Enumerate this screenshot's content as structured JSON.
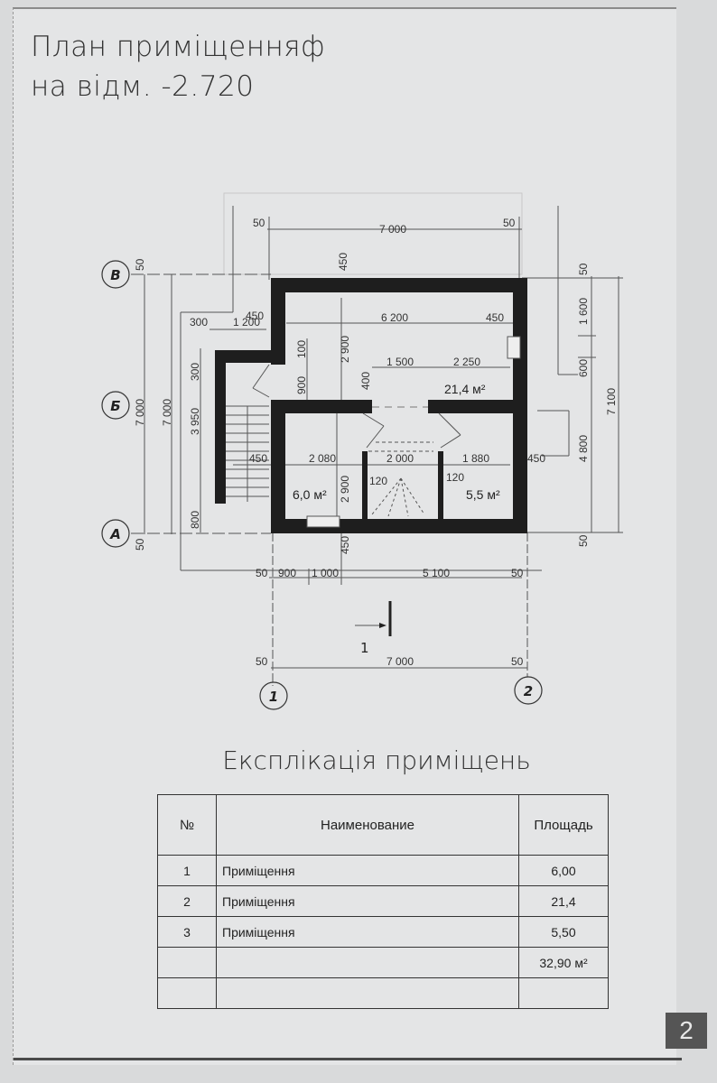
{
  "title": {
    "line1": "План приміщенняф",
    "line2": "на відм. -2.720"
  },
  "plan": {
    "axes": {
      "row_top": "В",
      "row_mid": "Б",
      "row_bottom": "А",
      "col_left": "1",
      "col_right": "2"
    },
    "dims": {
      "top_total": "7 000",
      "top_left_offset": "50",
      "top_right_offset": "50",
      "top_wall": "450",
      "inner_width": "6 200",
      "right_wall": "450",
      "left_300": "300",
      "left_1200": "1 200",
      "left_450": "450",
      "right_50": "50",
      "right_1600": "1 600",
      "right_600": "600",
      "right_4800": "4 800",
      "right_7100": "7 100",
      "right_50b": "50",
      "left_50": "50",
      "left_7000a": "7 000",
      "left_7000b": "7 000",
      "left_3950": "3 950",
      "left_300b": "300",
      "left_800": "800",
      "left_50b": "50",
      "v_100": "100",
      "v_900": "900",
      "v_2900": "2 900",
      "v_400": "400",
      "d_1500": "1 500",
      "d_2250": "2 250",
      "stair_450": "450",
      "room1_width": "2 080",
      "stair_width": "2 000",
      "room3_width": "1 880",
      "right_450": "450",
      "room1_height": "2 900",
      "stair_120a": "120",
      "stair_120b": "120",
      "bottom_450": "450",
      "bot_50": "50",
      "bot_900": "900",
      "bot_1000": "1 000",
      "bot_5100": "5 100",
      "bot_50b": "50",
      "bot2_50": "50",
      "bot2_7000": "7 000",
      "bot2_50b": "50",
      "section_mark": "1"
    },
    "areas": {
      "room_big": "21,4 м²",
      "room_left": "6,0 м²",
      "room_right": "5,5 м²"
    }
  },
  "explication": {
    "title": "Експлікація приміщень",
    "headers": {
      "no": "№",
      "name": "Наименование",
      "area": "Площадь"
    },
    "rows": [
      {
        "no": "1",
        "name": "Приміщення",
        "area": "6,00"
      },
      {
        "no": "2",
        "name": "Приміщення",
        "area": "21,4"
      },
      {
        "no": "3",
        "name": "Приміщення",
        "area": "5,50"
      }
    ],
    "total": "32,90 м²"
  },
  "page_number": "2"
}
